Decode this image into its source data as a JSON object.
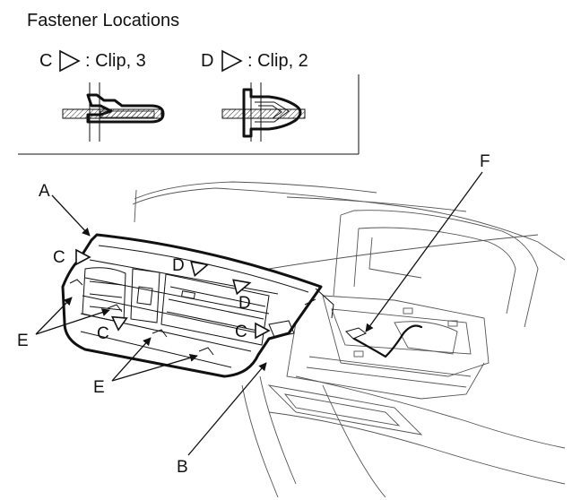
{
  "title": "Fastener Locations",
  "legend": [
    {
      "letter": "C",
      "text": ": Clip, 3"
    },
    {
      "letter": "D",
      "text": ": Clip, 2"
    }
  ],
  "callouts": {
    "A": "A",
    "B": "B",
    "C": "C",
    "D": "D",
    "E": "E",
    "F": "F"
  },
  "icons": {
    "fastener_marker": "open-triangle-pointer",
    "clip_c": "clip-c-cross-section",
    "clip_d": "clip-d-cross-section"
  },
  "colors": {
    "line": "#111111",
    "background": "#ffffff",
    "hatch": "#333333"
  }
}
